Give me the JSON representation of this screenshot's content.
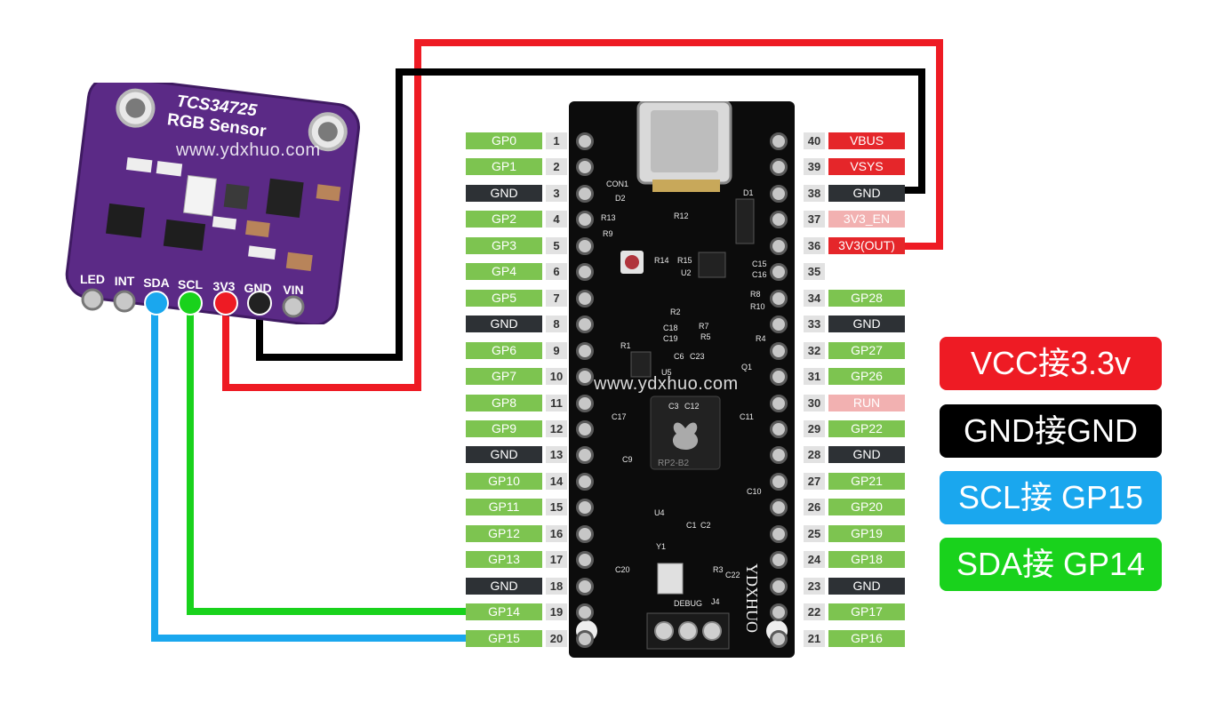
{
  "sensor": {
    "title": "TCS34725",
    "subtitle": "RGB Sensor",
    "pins": [
      "LED",
      "INT",
      "SDA",
      "SCL",
      "3V3",
      "GND",
      "VIN"
    ],
    "labels": [
      "LED",
      "INT",
      "SDA",
      "SCL",
      "3V3",
      "GND",
      "VIN"
    ]
  },
  "watermark": "www.ydxhuo.com",
  "board": {
    "brand": "YDXHUO",
    "chip": "RP2-B2",
    "silk": [
      "CON1",
      "D1",
      "D2",
      "R13",
      "R9",
      "R12",
      "R14",
      "R15",
      "U2",
      "C15",
      "C16",
      "R2",
      "R8",
      "R10",
      "R1",
      "C18",
      "C19",
      "R7",
      "R5",
      "R4",
      "C6",
      "C23",
      "U5",
      "Q1",
      "C3",
      "C12",
      "C17",
      "C11",
      "C9",
      "C10",
      "U4",
      "C1",
      "C2",
      "Y1",
      "C20",
      "R3",
      "C22",
      "DEBUG",
      "J4"
    ]
  },
  "left_pins": [
    {
      "num": "1",
      "label": "GP0",
      "kind": "green"
    },
    {
      "num": "2",
      "label": "GP1",
      "kind": "green"
    },
    {
      "num": "3",
      "label": "GND",
      "kind": "gnd"
    },
    {
      "num": "4",
      "label": "GP2",
      "kind": "green"
    },
    {
      "num": "5",
      "label": "GP3",
      "kind": "green"
    },
    {
      "num": "6",
      "label": "GP4",
      "kind": "green"
    },
    {
      "num": "7",
      "label": "GP5",
      "kind": "green"
    },
    {
      "num": "8",
      "label": "GND",
      "kind": "gnd"
    },
    {
      "num": "9",
      "label": "GP6",
      "kind": "green"
    },
    {
      "num": "10",
      "label": "GP7",
      "kind": "green"
    },
    {
      "num": "11",
      "label": "GP8",
      "kind": "green"
    },
    {
      "num": "12",
      "label": "GP9",
      "kind": "green"
    },
    {
      "num": "13",
      "label": "GND",
      "kind": "gnd"
    },
    {
      "num": "14",
      "label": "GP10",
      "kind": "green"
    },
    {
      "num": "15",
      "label": "GP11",
      "kind": "green"
    },
    {
      "num": "16",
      "label": "GP12",
      "kind": "green"
    },
    {
      "num": "17",
      "label": "GP13",
      "kind": "green"
    },
    {
      "num": "18",
      "label": "GND",
      "kind": "gnd"
    },
    {
      "num": "19",
      "label": "GP14",
      "kind": "green"
    },
    {
      "num": "20",
      "label": "GP15",
      "kind": "green"
    }
  ],
  "right_pins": [
    {
      "num": "40",
      "label": "VBUS",
      "kind": "red"
    },
    {
      "num": "39",
      "label": "VSYS",
      "kind": "red"
    },
    {
      "num": "38",
      "label": "GND",
      "kind": "gnd"
    },
    {
      "num": "37",
      "label": "3V3_EN",
      "kind": "pink"
    },
    {
      "num": "36",
      "label": "3V3(OUT)",
      "kind": "red"
    },
    {
      "num": "35",
      "label": "",
      "kind": "none"
    },
    {
      "num": "34",
      "label": "GP28",
      "kind": "green"
    },
    {
      "num": "33",
      "label": "GND",
      "kind": "gnd"
    },
    {
      "num": "32",
      "label": "GP27",
      "kind": "green"
    },
    {
      "num": "31",
      "label": "GP26",
      "kind": "green"
    },
    {
      "num": "30",
      "label": "RUN",
      "kind": "pink"
    },
    {
      "num": "29",
      "label": "GP22",
      "kind": "green"
    },
    {
      "num": "28",
      "label": "GND",
      "kind": "gnd"
    },
    {
      "num": "27",
      "label": "GP21",
      "kind": "green"
    },
    {
      "num": "26",
      "label": "GP20",
      "kind": "green"
    },
    {
      "num": "25",
      "label": "GP19",
      "kind": "green"
    },
    {
      "num": "24",
      "label": "GP18",
      "kind": "green"
    },
    {
      "num": "23",
      "label": "GND",
      "kind": "gnd"
    },
    {
      "num": "22",
      "label": "GP17",
      "kind": "green"
    },
    {
      "num": "21",
      "label": "GP16",
      "kind": "green"
    }
  ],
  "legend": [
    {
      "text": "VCC接3.3v",
      "color": "#ee1b24"
    },
    {
      "text": "GND接GND",
      "color": "#000000"
    },
    {
      "text": "SCL接 GP15",
      "color": "#1aa7ee"
    },
    {
      "text": "SDA接 GP14",
      "color": "#19d21c"
    }
  ],
  "colors": {
    "vcc_wire": "#ee1b24",
    "gnd_wire": "#000000",
    "scl_wire": "#1aa7ee",
    "sda_wire": "#19d21c",
    "sensor_pcb": "#5b2a86",
    "pin_green": "#7dc450",
    "pin_gnd": "#2d3135",
    "pin_red": "#e5262a",
    "pin_pink": "#f2b1b1"
  }
}
